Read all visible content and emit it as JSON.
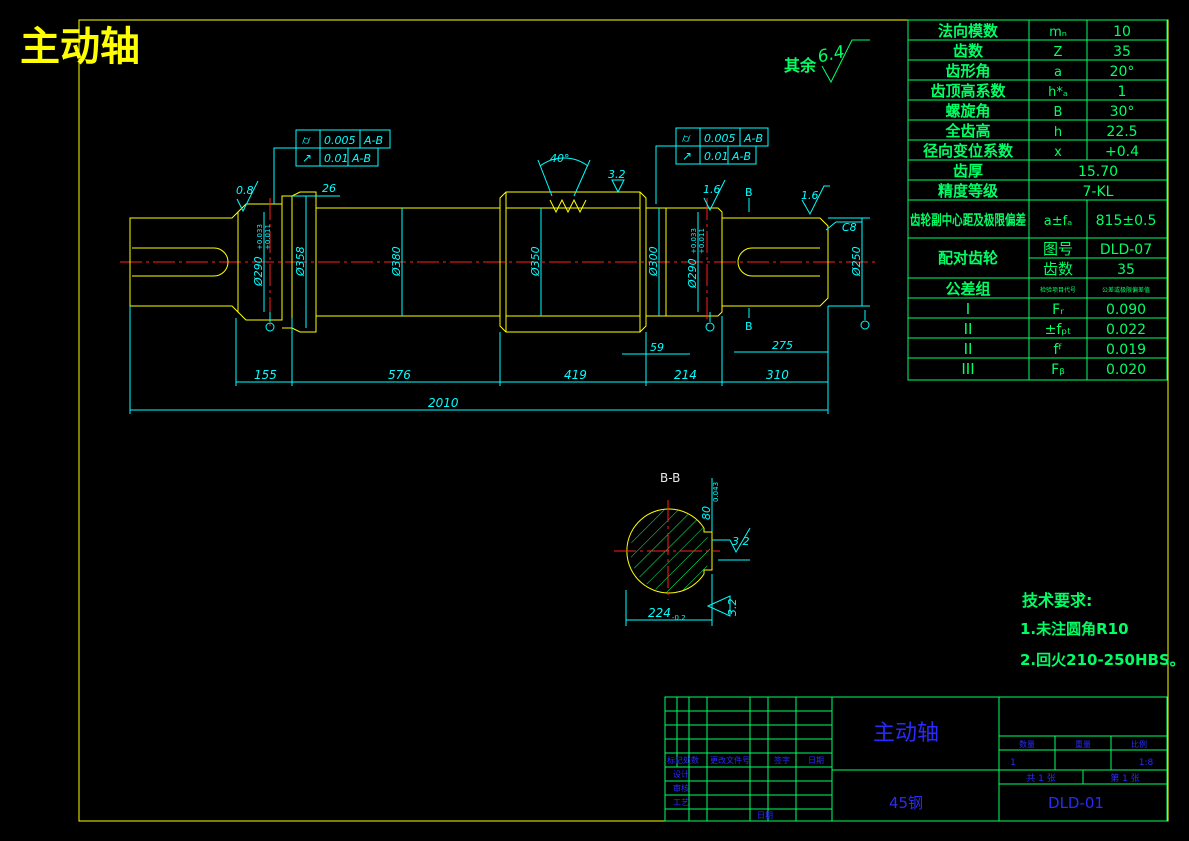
{
  "drawing": {
    "title": "主动轴",
    "roughness_other": "其余",
    "roughness_other_value": "6.4",
    "material": "45钢",
    "drawing_no": "DLD-01"
  },
  "params": [
    {
      "name": "法向模数",
      "sym": "mₙ",
      "val": "10"
    },
    {
      "name": "齿数",
      "sym": "Z",
      "val": "35"
    },
    {
      "name": "齿形角",
      "sym": "a",
      "val": "20°"
    },
    {
      "name": "齿顶高系数",
      "sym": "h*ₐ",
      "val": "1"
    },
    {
      "name": "螺旋角",
      "sym": "B",
      "val": "30°"
    },
    {
      "name": "全齿高",
      "sym": "h",
      "val": "22.5"
    },
    {
      "name": "径向变位系数",
      "sym": "x",
      "val": "+0.4"
    },
    {
      "name": "齿厚",
      "sym": "",
      "val": "15.70"
    },
    {
      "name": "精度等级",
      "sym": "",
      "val": "7-KL"
    },
    {
      "name": "齿轮副中心距及极限偏差",
      "sym": "a±fₐ",
      "val": "815±0.5"
    }
  ],
  "mating": {
    "label": "配对齿轮",
    "rows": [
      {
        "sym": "图号",
        "val": "DLD-07"
      },
      {
        "sym": "齿数",
        "val": "35"
      }
    ]
  },
  "tolerance": {
    "label": "公差组",
    "head_sym": "检验项目代号",
    "head_val": "公差或极限偏差值",
    "rows": [
      {
        "group": "I",
        "sym": "Fᵣ",
        "val": "0.090"
      },
      {
        "group": "II",
        "sym": "±fₚₜ",
        "val": "0.022"
      },
      {
        "group": "II",
        "sym": "fᶠ",
        "val": "0.019"
      },
      {
        "group": "III",
        "sym": "Fᵦ",
        "val": "0.020"
      }
    ]
  },
  "tech": {
    "title": "技术要求:",
    "items": [
      "1.未注圆角R10",
      "2.回火210-250HBS。"
    ]
  },
  "titleblock": {
    "name": "主动轴",
    "material": "45钢",
    "number": "DLD-01",
    "col_heads": [
      "数量",
      "重量",
      "比例"
    ],
    "qty": "1",
    "scale": "1:8",
    "sheets": "共 1 张",
    "sheet": "第 1 张",
    "left_labels": [
      "标记",
      "处数",
      "更改文件号",
      "签字",
      "日期"
    ],
    "roles": [
      "设计",
      "审核",
      "工艺"
    ],
    "bottom_label": "日期"
  },
  "dims": {
    "lengths": [
      "155",
      "576",
      "419",
      "214",
      "310"
    ],
    "total": "2010",
    "small": [
      "26",
      "59",
      "275"
    ],
    "diameters": [
      "Ø290",
      "Ø358",
      "Ø380",
      "Ø350",
      "Ø300",
      "Ø290",
      "Ø250"
    ],
    "tol_h": "+0.033",
    "tol_l": "+0.011",
    "chamfer": "C8",
    "angle": "40°",
    "roughness": [
      "0.8",
      "3.2",
      "1.6",
      "1.6"
    ],
    "section_label": "B-B",
    "section_marks": [
      "B",
      "B"
    ],
    "section_width": "224",
    "section_width_tol": "-0.2",
    "section_depth": "80",
    "section_depth_tol": "0.043",
    "section_rough": [
      "3.2",
      "3.2"
    ]
  },
  "fcf": {
    "left": [
      {
        "sym": "⌭",
        "tol": "0.005",
        "datum": "A-B"
      },
      {
        "sym": "↗",
        "tol": "0.01",
        "datum": "A-B"
      }
    ],
    "right": [
      {
        "sym": "⌭",
        "tol": "0.005",
        "datum": "A-B"
      },
      {
        "sym": "↗",
        "tol": "0.01",
        "datum": "A-B"
      }
    ]
  },
  "colors": {
    "background": "#000000",
    "outline": "#ffff00",
    "dimension": "#00ffff",
    "table": "#00ff66",
    "centerline": "#ff2020",
    "titleblock_text": "#2a2aff"
  }
}
